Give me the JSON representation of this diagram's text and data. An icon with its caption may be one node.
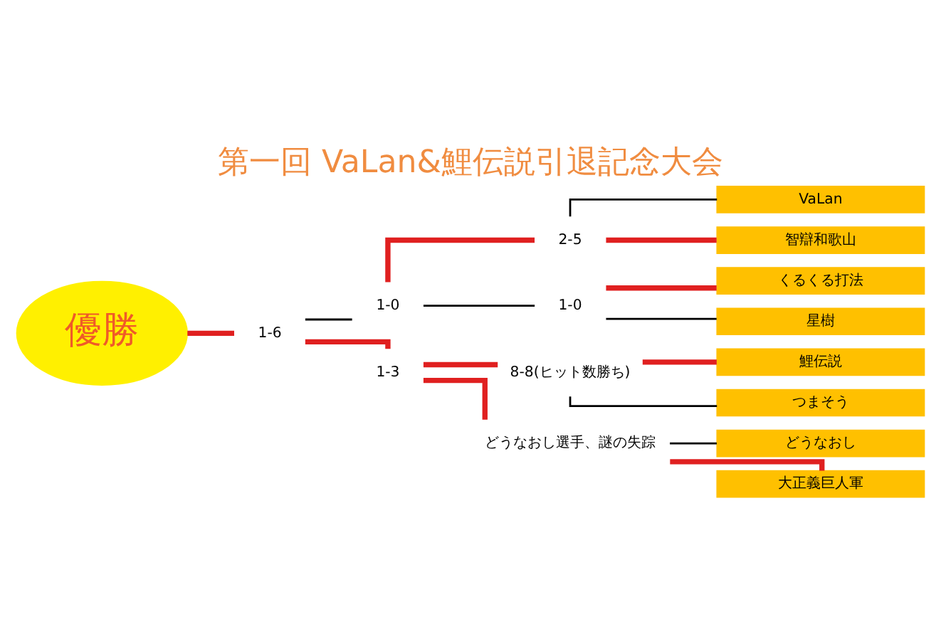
{
  "diagram": {
    "title": "第一回 VaLan&鯉伝説引退記念大会",
    "nodes": [
      {
        "text": [
          "優勝"
        ]
      },
      {
        "text": [
          "1-6"
        ]
      },
      {
        "text": [
          "1-0"
        ]
      },
      {
        "text": [
          "2-5"
        ]
      },
      {
        "text": [
          "VaLan"
        ]
      },
      {
        "text": [
          "智辯和歌山"
        ]
      },
      {
        "text": [
          "1-0"
        ]
      },
      {
        "text": [
          "くるくる打法"
        ]
      },
      {
        "text": [
          "星樹"
        ]
      },
      {
        "text": [
          "1-3"
        ]
      },
      {
        "text": [
          "8-8(ヒット数勝ち)"
        ]
      },
      {
        "text": [
          "鯉伝説"
        ]
      },
      {
        "text": [
          "つまそう"
        ]
      },
      {
        "text": [
          "どうなおし選手、謎の失踪"
        ]
      },
      {
        "text": [
          "どうなおし"
        ]
      },
      {
        "text": [
          "大正義巨人軍"
        ]
      }
    ],
    "edges": [
      {
        "from": 0,
        "to": 1,
        "arrow": "none"
      },
      {
        "from": 1,
        "to": 2,
        "arrow": "none",
        "color": "#000000"
      },
      {
        "from": 1,
        "to": 9,
        "arrow": "none"
      },
      {
        "from": 2,
        "to": 3,
        "arrow": "none"
      },
      {
        "from": 2,
        "to": 6,
        "arrow": "none",
        "color": "#000000"
      },
      {
        "from": 3,
        "to": 4,
        "arrow": "none",
        "color": "#000000"
      },
      {
        "from": 3,
        "to": 5,
        "arrow": "none"
      },
      {
        "from": 6,
        "to": 7,
        "arrow": "none"
      },
      {
        "from": 6,
        "to": 8,
        "arrow": "none",
        "color": "#000000"
      },
      {
        "from": 9,
        "to": 10,
        "arrow": "none"
      },
      {
        "from": 9,
        "to": 13,
        "arrow": "none"
      },
      {
        "from": 10,
        "to": 11,
        "arrow": "none"
      },
      {
        "from": 10,
        "to": 12,
        "arrow": "none",
        "color": "#000000"
      },
      {
        "from": 13,
        "to": 14,
        "arrow": "none",
        "color": "#000000"
      },
      {
        "from": 13,
        "to": 15,
        "arrow": "none"
      }
    ]
  }
}
